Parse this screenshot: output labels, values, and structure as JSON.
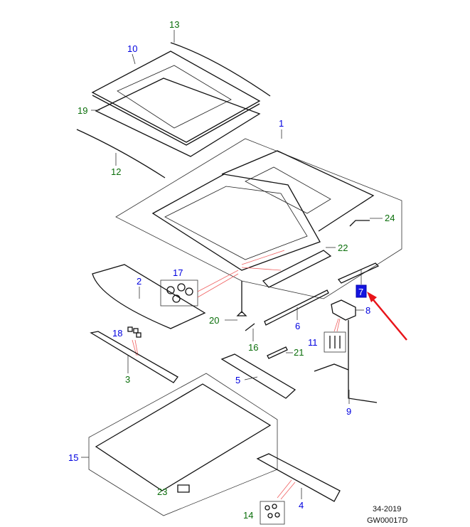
{
  "diagram": {
    "title_ref": "34-2019",
    "drawing_code": "GW00017D",
    "colors": {
      "primary_label": "#0000e0",
      "secondary_label": "#0a6e0a",
      "highlight_arrow": "#e8141a"
    },
    "highlighted_part": "7",
    "callouts": [
      {
        "id": "13",
        "kind": "green"
      },
      {
        "id": "10",
        "kind": "blue"
      },
      {
        "id": "19",
        "kind": "green"
      },
      {
        "id": "12",
        "kind": "green"
      },
      {
        "id": "1",
        "kind": "blue"
      },
      {
        "id": "24",
        "kind": "green"
      },
      {
        "id": "22",
        "kind": "green"
      },
      {
        "id": "17",
        "kind": "blue"
      },
      {
        "id": "2",
        "kind": "blue"
      },
      {
        "id": "7",
        "kind": "blue"
      },
      {
        "id": "8",
        "kind": "blue"
      },
      {
        "id": "20",
        "kind": "green"
      },
      {
        "id": "6",
        "kind": "blue"
      },
      {
        "id": "18",
        "kind": "blue"
      },
      {
        "id": "11",
        "kind": "blue"
      },
      {
        "id": "16",
        "kind": "green"
      },
      {
        "id": "21",
        "kind": "green"
      },
      {
        "id": "3",
        "kind": "green"
      },
      {
        "id": "5",
        "kind": "blue"
      },
      {
        "id": "9",
        "kind": "blue"
      },
      {
        "id": "15",
        "kind": "blue"
      },
      {
        "id": "23",
        "kind": "green"
      },
      {
        "id": "4",
        "kind": "blue"
      },
      {
        "id": "14",
        "kind": "green"
      }
    ]
  }
}
